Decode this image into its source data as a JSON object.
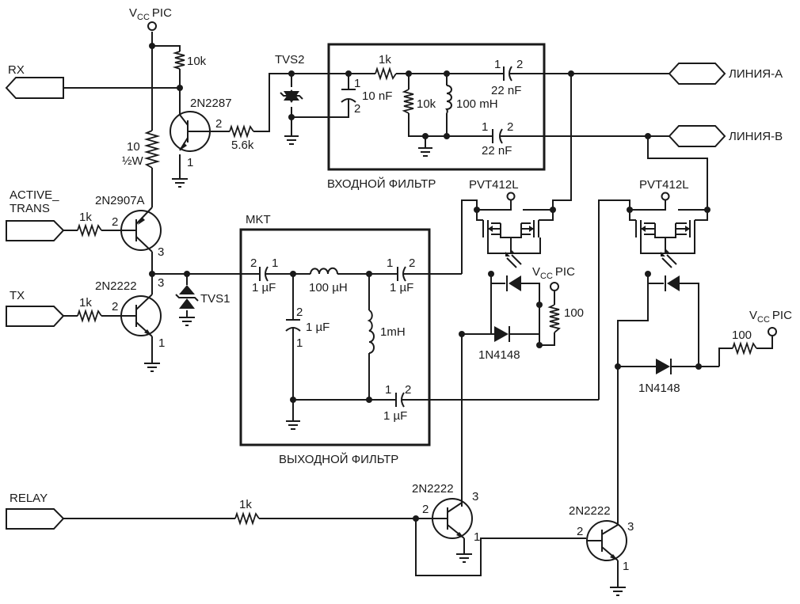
{
  "labels": {
    "vcc_main": "V",
    "vcc_relay1": "V",
    "vcc_relay2": "V",
    "vcc_sub": "CC",
    "vcc_pic": "PIC",
    "rx": "RX",
    "active_trans_1": "ACTIVE_",
    "active_trans_2": "TRANS",
    "tx": "TX",
    "relay": "RELAY",
    "line_a": "ЛИНИЯ-A",
    "line_b": "ЛИНИЯ-B",
    "input_filter": "ВХОДНОЙ ФИЛЬТР",
    "output_filter": "ВЫХОДНОЙ ФИЛЬТР",
    "mkt": "MKT",
    "tvs1": "TVS1",
    "tvs2": "TVS2",
    "q_2n2287": "2N2287",
    "q_2n2907a": "2N2907A",
    "q_2n2222": "2N2222",
    "pvt412l": "PVT412L",
    "d_1n4148": "1N4148",
    "r_10k": "10k",
    "r_10": "10",
    "r_half_w": "½W",
    "r_1k": "1k",
    "r_5_6k": "5.6k",
    "r_100": "100",
    "c_10nf": "10 nF",
    "c_22nf": "22 nF",
    "c_1uf": "1 µF",
    "l_100mh": "100 mH",
    "l_100uh": "100 µH",
    "l_1mh": "1mH",
    "pin1": "1",
    "pin2": "2",
    "pin3": "3"
  }
}
